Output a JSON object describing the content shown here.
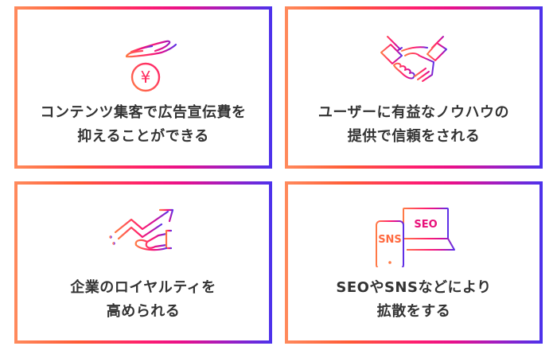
{
  "cards": [
    {
      "line1": "コンテンツ集客で広告宣伝費を",
      "line2": "抑えることができる",
      "icon": "hand-over-yen-coin-icon"
    },
    {
      "line1": "ユーザーに有益なノウハウの",
      "line2": "提供で信頼をされる",
      "icon": "handshake-icon"
    },
    {
      "line1": "企業のロイヤルティを",
      "line2": "高められる",
      "icon": "rising-arrow-hand-icon"
    },
    {
      "line1": "SEOやSNSなどにより",
      "line2": "拡散をする",
      "icon": "smartphone-laptop-icon"
    }
  ],
  "icons": {
    "yen_symbol": "¥",
    "sns_label": "SNS",
    "seo_label": "SEO"
  },
  "colors": {
    "gradient_start": "#ff8a5c",
    "gradient_mid": "#ff1f6e",
    "gradient_end": "#4b32ec",
    "text": "#333333"
  }
}
